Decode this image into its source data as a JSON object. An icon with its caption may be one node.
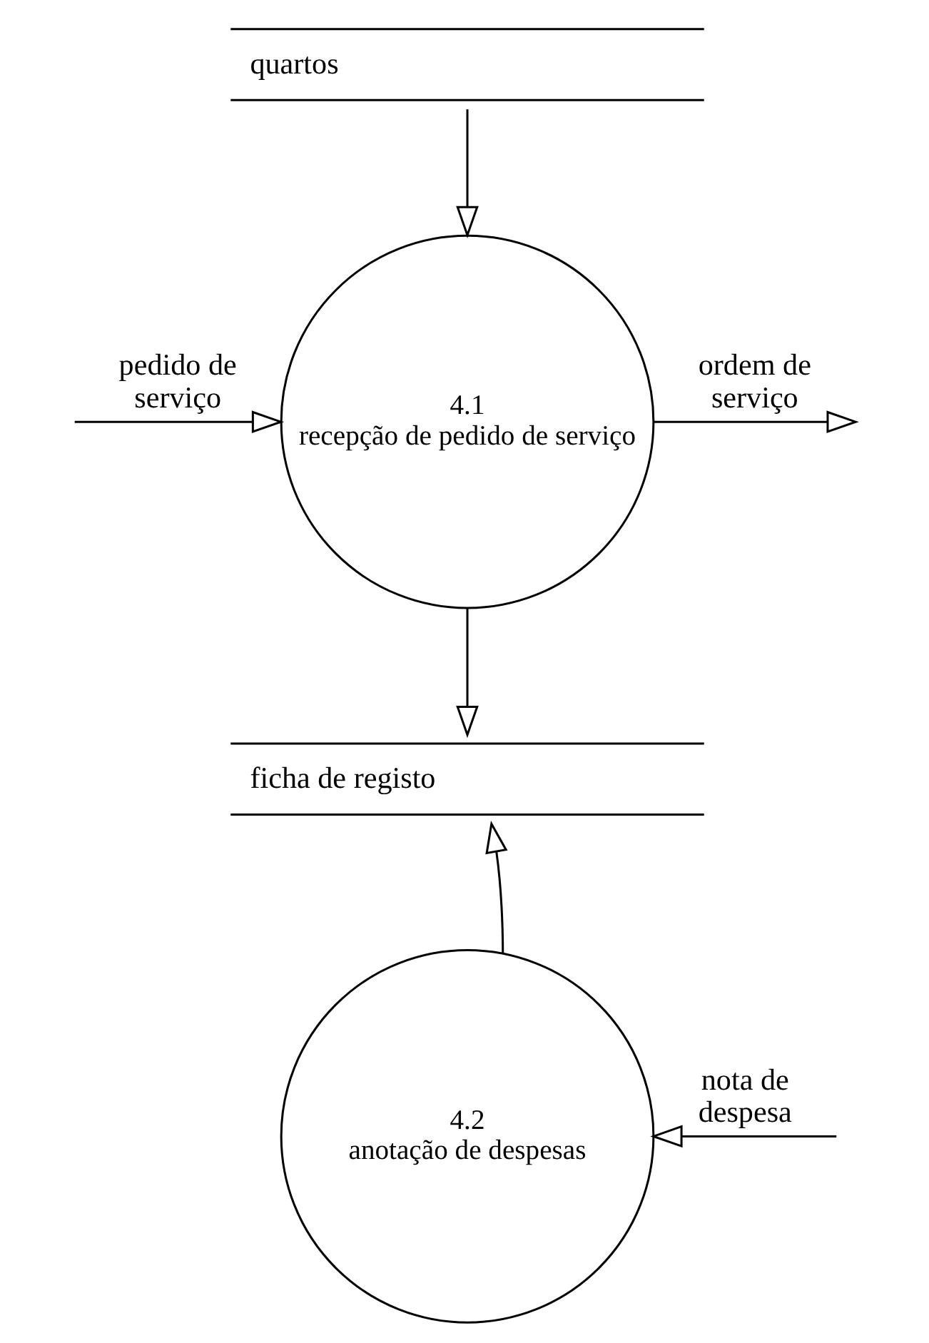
{
  "diagram": {
    "nodes": [
      {
        "text": [
          "quartos"
        ]
      },
      {
        "text": [
          "4.1",
          "recepção de pedido de serviço"
        ]
      },
      {
        "text": [
          "ficha de registo"
        ]
      },
      {
        "text": [
          "4.2",
          "anotação de despesas"
        ]
      }
    ],
    "edges": [
      {
        "from": 0,
        "to": 1,
        "arrow": "to"
      },
      {
        "from": null,
        "to": 1,
        "arrow": "to",
        "label": "pedido de serviço"
      },
      {
        "from": 1,
        "to": null,
        "arrow": "to",
        "label": "ordem de serviço"
      },
      {
        "from": 1,
        "to": 2,
        "arrow": "to"
      },
      {
        "from": 3,
        "to": 2,
        "arrow": "to"
      },
      {
        "from": null,
        "to": 3,
        "arrow": "to",
        "label": "nota de despesa"
      }
    ]
  }
}
